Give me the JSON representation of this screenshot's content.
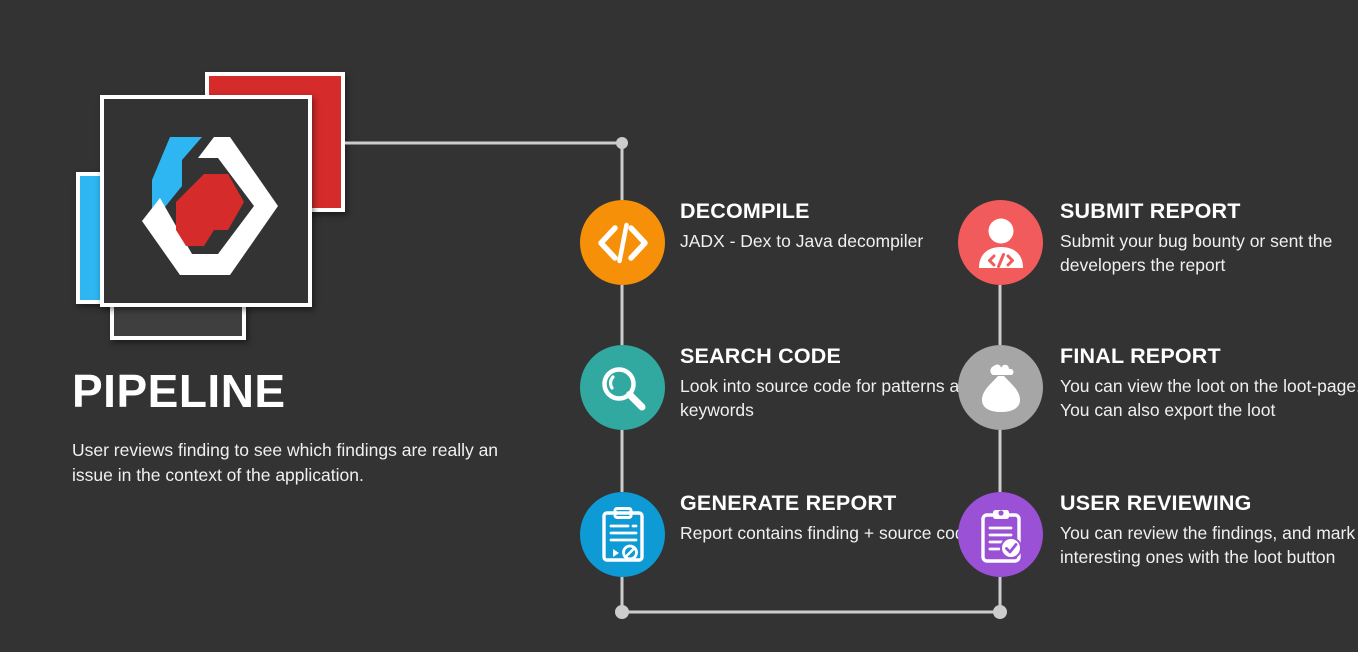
{
  "background_color": "#333333",
  "brand": {
    "logo_name": "stacked-cards-hexagon-logo",
    "card_colors": {
      "blue": "#2eb6f2",
      "red": "#d62b2b",
      "dark": "#333333",
      "bottom": "#3f3f3f",
      "border": "#ffffff"
    },
    "mark_colors": {
      "blue": "#2eb6f2",
      "white": "#ffffff",
      "red": "#d62b2b"
    }
  },
  "heading": {
    "title": "PIPELINE",
    "description": "User reviews finding to see which findings are really an issue in the context of the application."
  },
  "connector": {
    "color": "#cccccc",
    "dot_color": "#cccccc"
  },
  "nodes": [
    {
      "id": "decompile",
      "title": "DECOMPILE",
      "description": "JADX - Dex to Java decompiler",
      "color": "#f79009",
      "icon": "code-brackets-icon"
    },
    {
      "id": "search-code",
      "title": "SEARCH CODE",
      "description": "Look into source code for patterns and keywords",
      "color": "#31a8a0",
      "icon": "magnifying-glass-icon"
    },
    {
      "id": "generate-report",
      "title": "GENERATE REPORT",
      "description": "Report contains finding + source code",
      "color": "#0e9ad4",
      "icon": "clipboard-report-icon"
    },
    {
      "id": "submit-report",
      "title": "SUBMIT REPORT",
      "description": "Submit your bug bounty or sent the developers the report",
      "color": "#f15b5b",
      "icon": "developer-person-icon"
    },
    {
      "id": "final-report",
      "title": "FINAL REPORT",
      "description": "You can view the loot on the loot-page. You can also export the loot",
      "color": "#a6a6a6",
      "icon": "loot-bag-icon"
    },
    {
      "id": "user-reviewing",
      "title": "USER REVIEWING",
      "description": "You can review the findings, and mark the interesting ones with the loot button",
      "color": "#9b51d6",
      "icon": "clipboard-check-icon"
    }
  ]
}
